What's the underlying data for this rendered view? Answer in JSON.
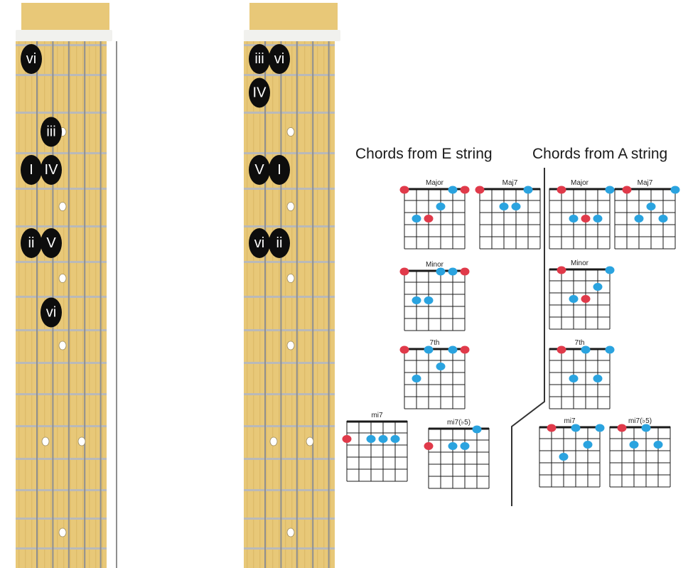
{
  "colors": {
    "fretboard": "#e8c878",
    "fretboard_grain": "#d6b15c",
    "nut": "#f1f1ee",
    "fret": "#b9b9b9",
    "string": "#8f8f8f",
    "inlay": "#ffffff",
    "degree_marker": "#0d0d0d",
    "degree_text": "#ffffff",
    "root_dot": "#e03a4a",
    "note_dot": "#2aa3df",
    "grid_line": "#1a1a1a",
    "divider": "#333333"
  },
  "headings": {
    "e_string": "Chords from E string",
    "a_string": "Chords from A string"
  },
  "fretboards": [
    {
      "name": "e-string-fretboard",
      "degrees": [
        {
          "label": "vi",
          "string": 0,
          "fret": 1
        },
        {
          "label": "iii",
          "string": 1,
          "fret": 3
        },
        {
          "label": "I",
          "string": 0,
          "fret": 4
        },
        {
          "label": "IV",
          "string": 1,
          "fret": 4
        },
        {
          "label": "ii",
          "string": 0,
          "fret": 6
        },
        {
          "label": "V",
          "string": 1,
          "fret": 6
        },
        {
          "label": "vi",
          "string": 1,
          "fret": 8
        }
      ]
    },
    {
      "name": "a-string-fretboard",
      "degrees": [
        {
          "label": "iii",
          "string": 0,
          "fret": 1
        },
        {
          "label": "vi",
          "string": 1,
          "fret": 1
        },
        {
          "label": "IV",
          "string": 0,
          "fret": 2
        },
        {
          "label": "V",
          "string": 0,
          "fret": 4
        },
        {
          "label": "I",
          "string": 1,
          "fret": 4
        },
        {
          "label": "vi",
          "string": 0,
          "fret": 6
        },
        {
          "label": "ii",
          "string": 1,
          "fret": 6
        }
      ]
    }
  ],
  "chord_charts": {
    "e_string": [
      {
        "title": "Major",
        "dots": [
          {
            "s": 0,
            "f": 0,
            "root": true
          },
          {
            "s": 4,
            "f": 0
          },
          {
            "s": 5,
            "f": 0,
            "root": true
          },
          {
            "s": 3,
            "f": 1
          },
          {
            "s": 1,
            "f": 2
          },
          {
            "s": 2,
            "f": 2,
            "root": true
          }
        ]
      },
      {
        "title": "Maj7",
        "dots": [
          {
            "s": 0,
            "f": 0,
            "root": true
          },
          {
            "s": 4,
            "f": 0
          },
          {
            "s": 2,
            "f": 1
          },
          {
            "s": 3,
            "f": 1
          }
        ]
      },
      {
        "title": "Minor",
        "dots": [
          {
            "s": 0,
            "f": 0,
            "root": true
          },
          {
            "s": 3,
            "f": 0
          },
          {
            "s": 4,
            "f": 0
          },
          {
            "s": 5,
            "f": 0,
            "root": true
          },
          {
            "s": 1,
            "f": 2
          },
          {
            "s": 2,
            "f": 2
          }
        ]
      },
      {
        "title": "7th",
        "dots": [
          {
            "s": 0,
            "f": 0,
            "root": true
          },
          {
            "s": 2,
            "f": 0
          },
          {
            "s": 4,
            "f": 0
          },
          {
            "s": 5,
            "f": 0,
            "root": true
          },
          {
            "s": 3,
            "f": 1
          },
          {
            "s": 1,
            "f": 2
          }
        ]
      },
      {
        "title": "mi7",
        "dots": [
          {
            "s": 0,
            "f": 1,
            "root": true
          },
          {
            "s": 2,
            "f": 1
          },
          {
            "s": 3,
            "f": 1
          },
          {
            "s": 4,
            "f": 1
          }
        ]
      },
      {
        "title": "mi7(♭5)",
        "dots": [
          {
            "s": 0,
            "f": 1,
            "root": true
          },
          {
            "s": 2,
            "f": 1
          },
          {
            "s": 3,
            "f": 1
          },
          {
            "s": 4,
            "f": 0
          }
        ]
      }
    ],
    "a_string": [
      {
        "title": "Major",
        "dots": [
          {
            "s": 1,
            "f": 0,
            "root": true
          },
          {
            "s": 5,
            "f": 0
          },
          {
            "s": 2,
            "f": 2
          },
          {
            "s": 3,
            "f": 2,
            "root": true
          },
          {
            "s": 4,
            "f": 2
          }
        ]
      },
      {
        "title": "Maj7",
        "dots": [
          {
            "s": 1,
            "f": 0,
            "root": true
          },
          {
            "s": 5,
            "f": 0
          },
          {
            "s": 3,
            "f": 1
          },
          {
            "s": 2,
            "f": 2
          },
          {
            "s": 4,
            "f": 2
          }
        ]
      },
      {
        "title": "Minor",
        "dots": [
          {
            "s": 1,
            "f": 0,
            "root": true
          },
          {
            "s": 5,
            "f": 0
          },
          {
            "s": 4,
            "f": 1
          },
          {
            "s": 2,
            "f": 2
          },
          {
            "s": 3,
            "f": 2,
            "root": true
          }
        ]
      },
      {
        "title": "7th",
        "dots": [
          {
            "s": 1,
            "f": 0,
            "root": true
          },
          {
            "s": 3,
            "f": 0
          },
          {
            "s": 5,
            "f": 0
          },
          {
            "s": 2,
            "f": 2
          },
          {
            "s": 4,
            "f": 2
          }
        ]
      },
      {
        "title": "mi7",
        "dots": [
          {
            "s": 1,
            "f": 0,
            "root": true
          },
          {
            "s": 3,
            "f": 0
          },
          {
            "s": 5,
            "f": 0
          },
          {
            "s": 4,
            "f": 1
          },
          {
            "s": 2,
            "f": 2
          }
        ]
      },
      {
        "title": "mi7(♭5)",
        "dots": [
          {
            "s": 1,
            "f": 0,
            "root": true
          },
          {
            "s": 3,
            "f": 0
          },
          {
            "s": 2,
            "f": 1
          },
          {
            "s": 4,
            "f": 1
          }
        ]
      }
    ]
  }
}
